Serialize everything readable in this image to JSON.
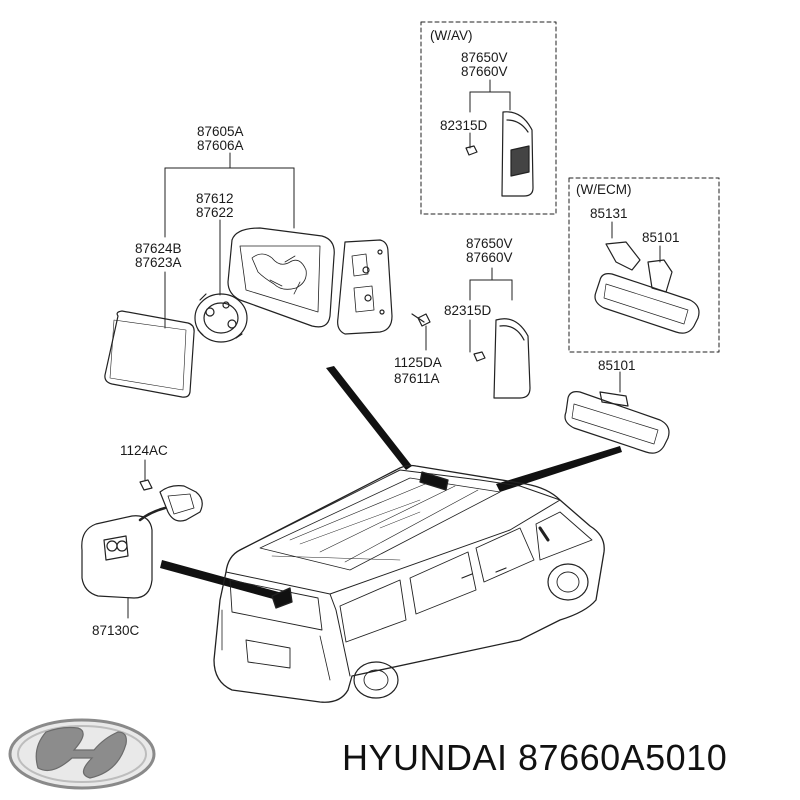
{
  "boxes": {
    "wav_label": "(W/AV)",
    "wecm_label": "(W/ECM)"
  },
  "parts": {
    "p87650V_a": "87650V",
    "p87660V_a": "87660V",
    "p82315D_a": "82315D",
    "p87605A": "87605A",
    "p87606A": "87606A",
    "p87612": "87612",
    "p87622": "87622",
    "p87624B": "87624B",
    "p87623A": "87623A",
    "p87650V_b": "87650V",
    "p87660V_b": "87660V",
    "p82315D_b": "82315D",
    "p1125DA": "1125DA",
    "p87611A": "87611A",
    "p85131": "85131",
    "p85101_a": "85101",
    "p85101_b": "85101",
    "p1124AC": "1124AC",
    "p87130C": "87130C"
  },
  "footer": {
    "brand_part": "HYUNDAI 87660A5010",
    "logo_icon": "hyundai-logo-icon"
  }
}
